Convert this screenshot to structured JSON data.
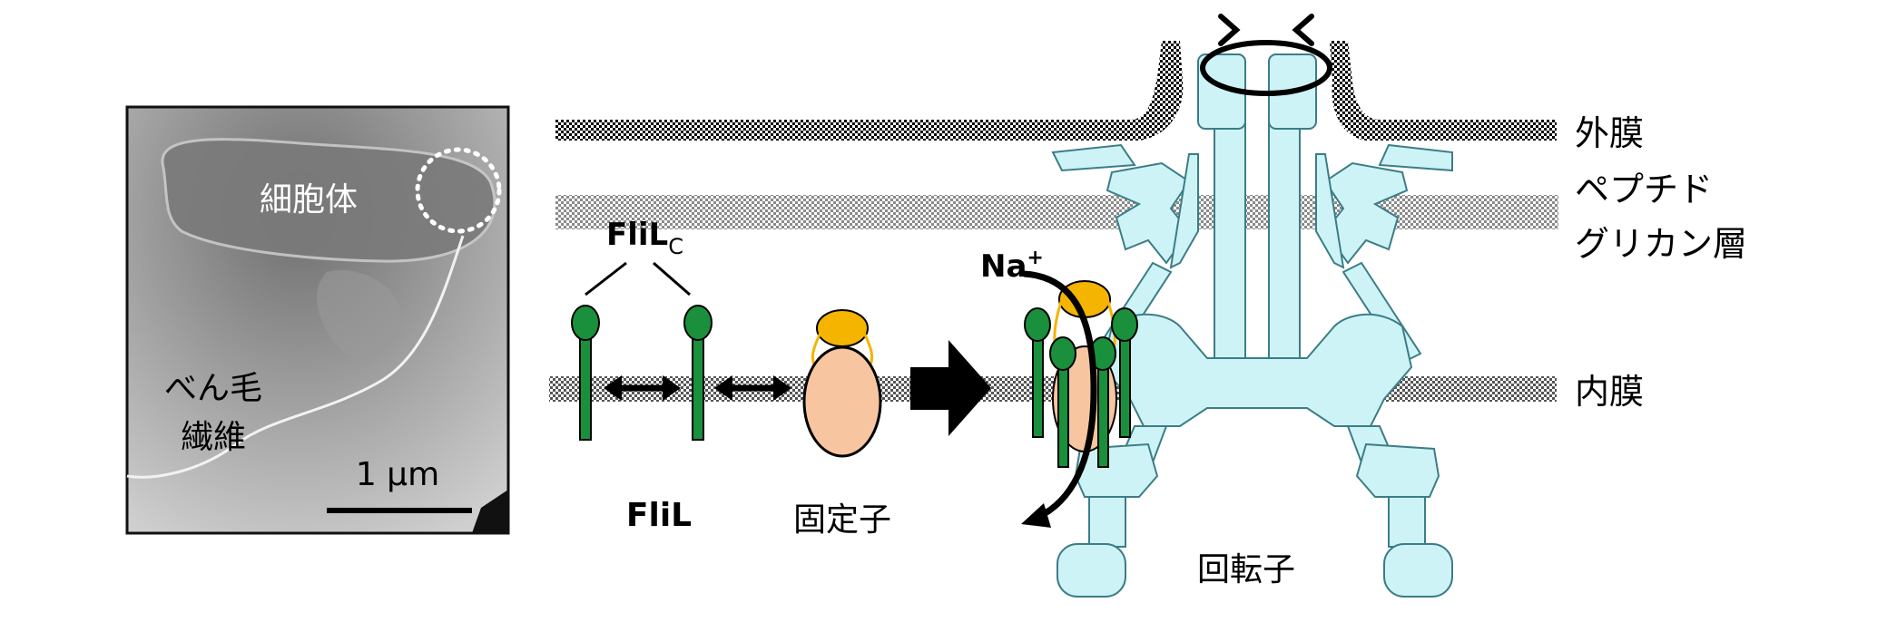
{
  "micrograph": {
    "cell_body_label": "細胞体",
    "flagellum_label_line1": "べん毛",
    "flagellum_label_line2": "繊維",
    "scale_bar_label": "1 µm"
  },
  "labels": {
    "flil_c_main": "FliL",
    "flil_c_sub": "C",
    "flil": "FliL",
    "stator": "固定子",
    "na_ion_main": "Na",
    "na_ion_sup": "+",
    "rotor": "回転子",
    "outer_membrane": "外膜",
    "peptidoglycan_line1": "ペプチド",
    "peptidoglycan_line2": "グリカン層",
    "inner_membrane": "内膜"
  },
  "colors": {
    "flil_green": "#1a8f3c",
    "stator_peach": "#f7c59f",
    "stator_cap_yellow": "#f4b400",
    "rotor_lightblue": "#cdf3f7",
    "rotor_outline": "#3c7d86"
  }
}
